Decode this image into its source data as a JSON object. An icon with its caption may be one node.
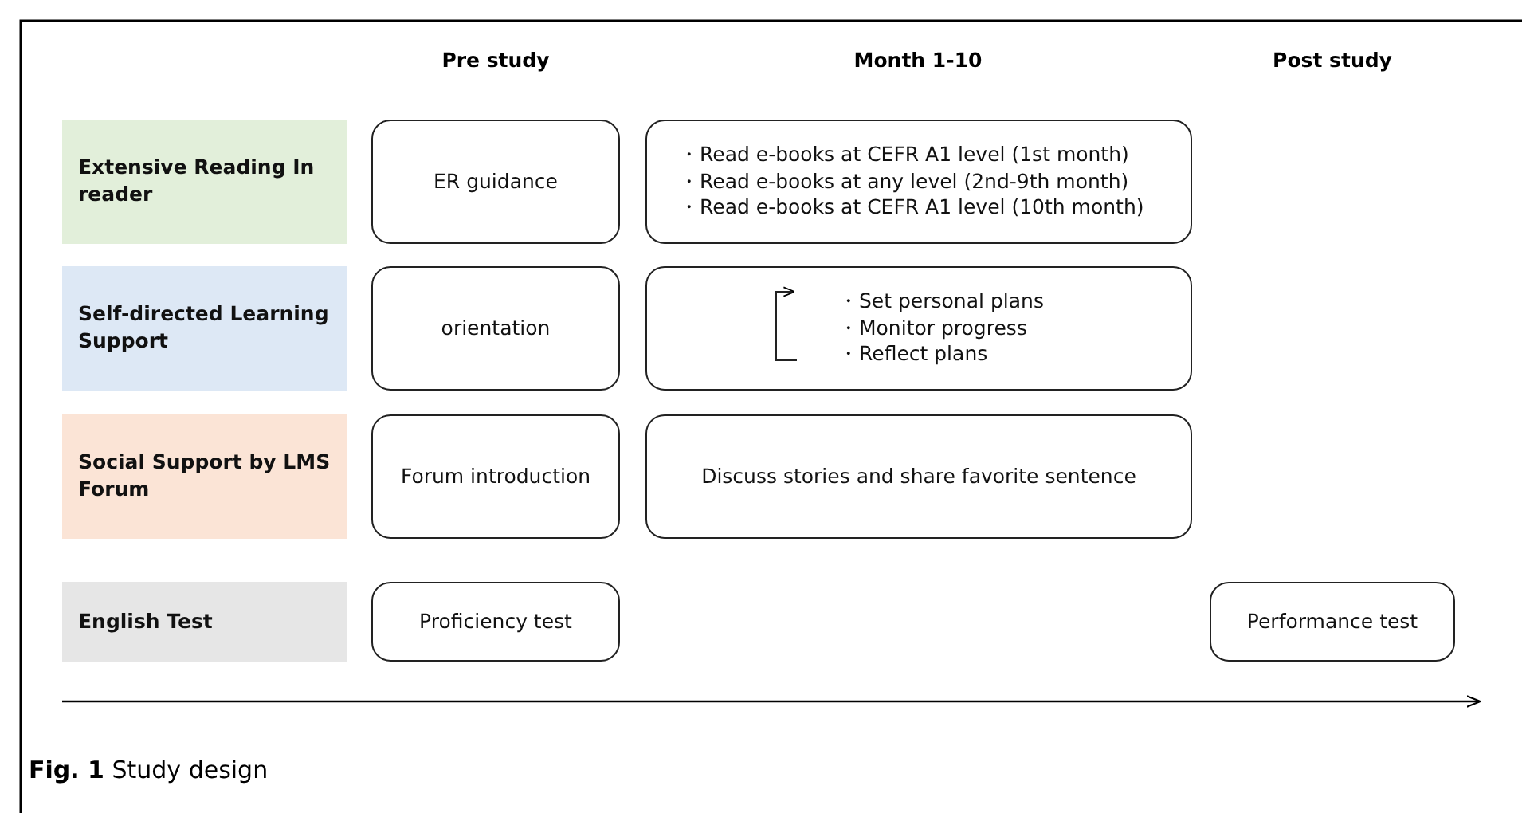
{
  "diagram": {
    "caption": "**Fig. 1** Study design",
    "nodes": [
      {
        "text": [
          "Extensive Reading In reader"
        ]
      },
      {
        "text": [
          "ER guidance"
        ]
      },
      {
        "text": [
          "・Read e-books at CEFR A1 level (1st month)",
          "・Read e-books at any level (2nd-9th month)",
          "・Read e-books at CEFR A1 level (10th month)"
        ]
      },
      {
        "text": [
          "Self-directed Learning Support"
        ]
      },
      {
        "text": [
          "orientation"
        ]
      },
      {
        "text": [
          "・Set personal plans",
          "・Monitor progress",
          "・Reflect plans"
        ]
      },
      {
        "text": [
          "Social Support by LMS Forum"
        ]
      },
      {
        "text": [
          "Forum introduction"
        ]
      },
      {
        "text": [
          "Discuss stories and share favorite sentence"
        ]
      },
      {
        "text": [
          "English Test"
        ]
      },
      {
        "text": [
          "Proficiency test"
        ]
      },
      {
        "text": [
          "Performance test"
        ]
      }
    ],
    "labels": [
      "Pre study",
      "Month 1-10",
      "Post study"
    ]
  }
}
